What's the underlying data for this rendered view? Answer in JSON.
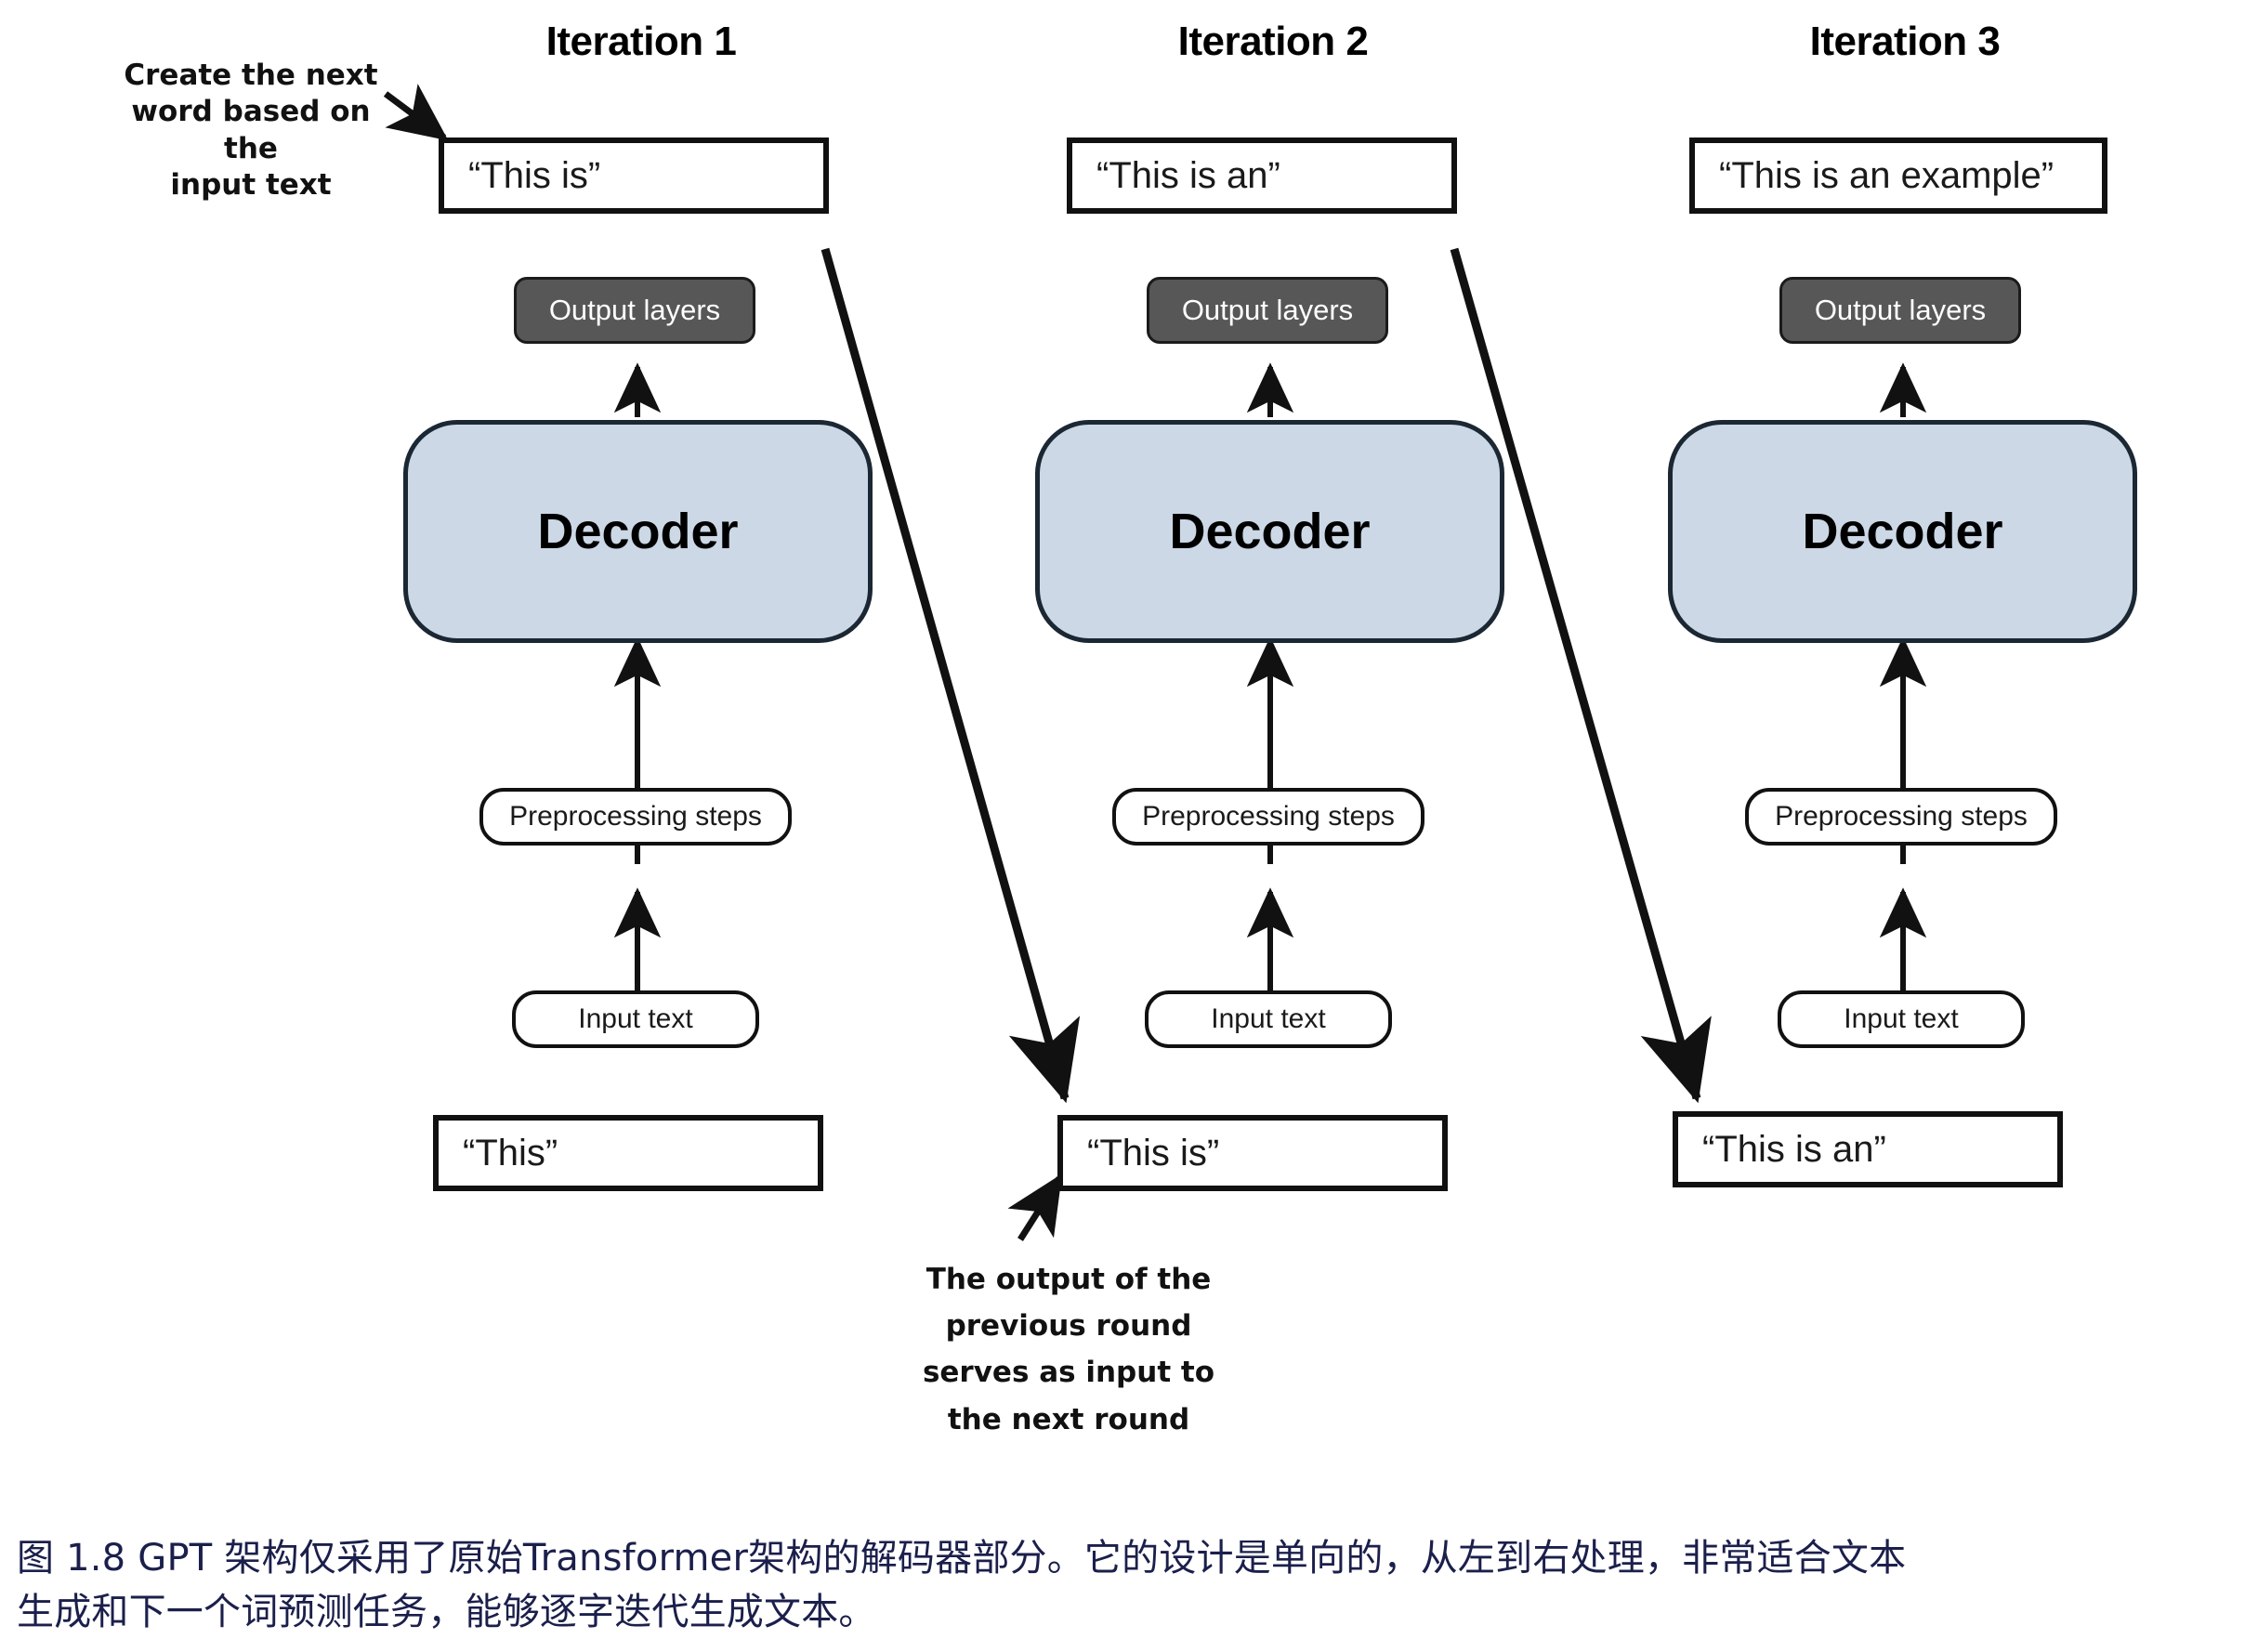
{
  "figure": {
    "caption_line1": "图 1.8  GPT 架构仅采用了原始Transformer架构的解码器部分。它的设计是单向的，从左到右处理，非常适合文本",
    "caption_line2": "生成和下一个词预测任务，能够逐字迭代生成文本。"
  },
  "annotations": {
    "top_left": "Create the next\nword based on the\ninput text",
    "top_left_line1": "Create the next",
    "top_left_line2": "word based on the",
    "top_left_line3": "input text",
    "bottom_center_line1": "The output of the",
    "bottom_center_line2": "previous round",
    "bottom_center_line3": "serves as input to",
    "bottom_center_line4": "the next round"
  },
  "shared_labels": {
    "output_layers": "Output layers",
    "decoder": "Decoder",
    "preprocessing": "Preprocessing steps",
    "input_text": "Input text"
  },
  "colors": {
    "decoder_fill": "#ccd8e6",
    "decoder_stroke": "#1b2733",
    "output_layers_fill": "#575757",
    "output_layers_text": "#ffffff",
    "box_stroke": "#111111",
    "caption_text": "#1b1f4b",
    "page_background": "#ffffff"
  },
  "columns": [
    {
      "id": "iteration-1",
      "title": "Iteration 1",
      "output_text": "“This is”",
      "input_text_value": "“This”",
      "output_layers": "Output layers",
      "decoder": "Decoder",
      "preprocessing": "Preprocessing steps",
      "input_text": "Input text"
    },
    {
      "id": "iteration-2",
      "title": "Iteration 2",
      "output_text": "“This is an”",
      "input_text_value": "“This is”",
      "output_layers": "Output layers",
      "decoder": "Decoder",
      "preprocessing": "Preprocessing steps",
      "input_text": "Input text"
    },
    {
      "id": "iteration-3",
      "title": "Iteration 3",
      "output_text": "“This is an example”",
      "input_text_value": "“This is an”",
      "output_layers": "Output layers",
      "decoder": "Decoder",
      "preprocessing": "Preprocessing steps",
      "input_text": "Input text"
    }
  ]
}
